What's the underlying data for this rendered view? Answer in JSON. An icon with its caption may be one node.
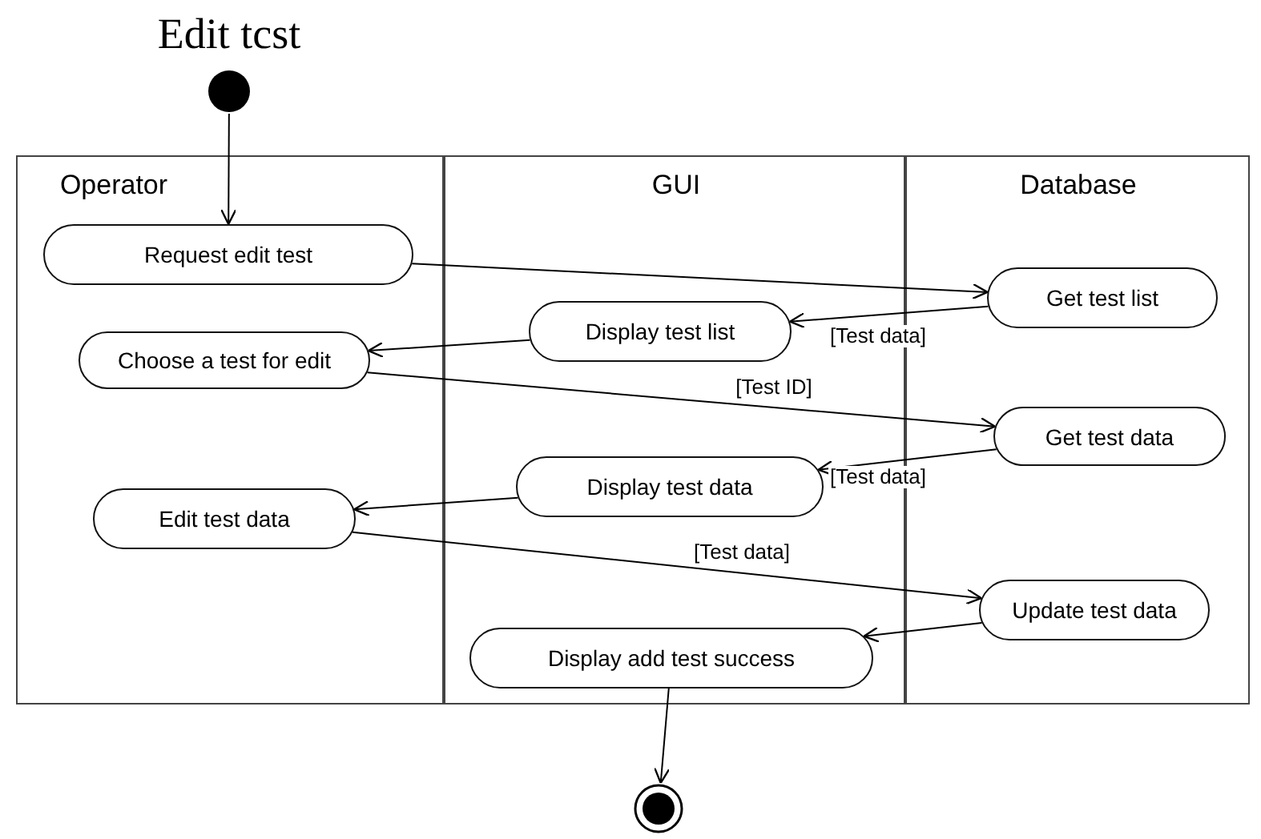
{
  "diagram": {
    "title": "Edit tcst",
    "nodes": [
      {
        "text": [],
        "shape": "circle"
      },
      {
        "text": [
          "Operator"
        ]
      },
      {
        "text": [
          "GUI"
        ]
      },
      {
        "text": [
          "Database"
        ]
      },
      {
        "text": [
          "Request edit test"
        ],
        "in": 1
      },
      {
        "text": [
          "Choose a test for edit"
        ],
        "in": 1
      },
      {
        "text": [
          "Edit test data"
        ],
        "in": 1
      },
      {
        "text": [
          "Display test list"
        ],
        "in": 2
      },
      {
        "text": [
          "Display test data"
        ],
        "in": 2
      },
      {
        "text": [
          "Display add test success"
        ],
        "in": 2
      },
      {
        "text": [
          "Get test list"
        ],
        "in": 3
      },
      {
        "text": [
          "Get test data"
        ],
        "in": 3
      },
      {
        "text": [
          "Update test data"
        ],
        "in": 3
      },
      {
        "text": [],
        "shape": "bullseye"
      }
    ],
    "edges": [
      {
        "from": 0,
        "to": 4,
        "arrow": "to"
      },
      {
        "from": 4,
        "to": 10,
        "arrow": "to"
      },
      {
        "from": 10,
        "to": 7,
        "arrow": "to",
        "label": "[Test data]"
      },
      {
        "from": 7,
        "to": 5,
        "arrow": "to"
      },
      {
        "from": 5,
        "to": 11,
        "arrow": "to",
        "label": "[Test ID]"
      },
      {
        "from": 11,
        "to": 8,
        "arrow": "to",
        "label": "[Test data]"
      },
      {
        "from": 8,
        "to": 6,
        "arrow": "to"
      },
      {
        "from": 6,
        "to": 12,
        "arrow": "to",
        "label": "[Test data]"
      },
      {
        "from": 12,
        "to": 9,
        "arrow": "to"
      },
      {
        "from": 9,
        "to": 13,
        "arrow": "to"
      }
    ]
  }
}
